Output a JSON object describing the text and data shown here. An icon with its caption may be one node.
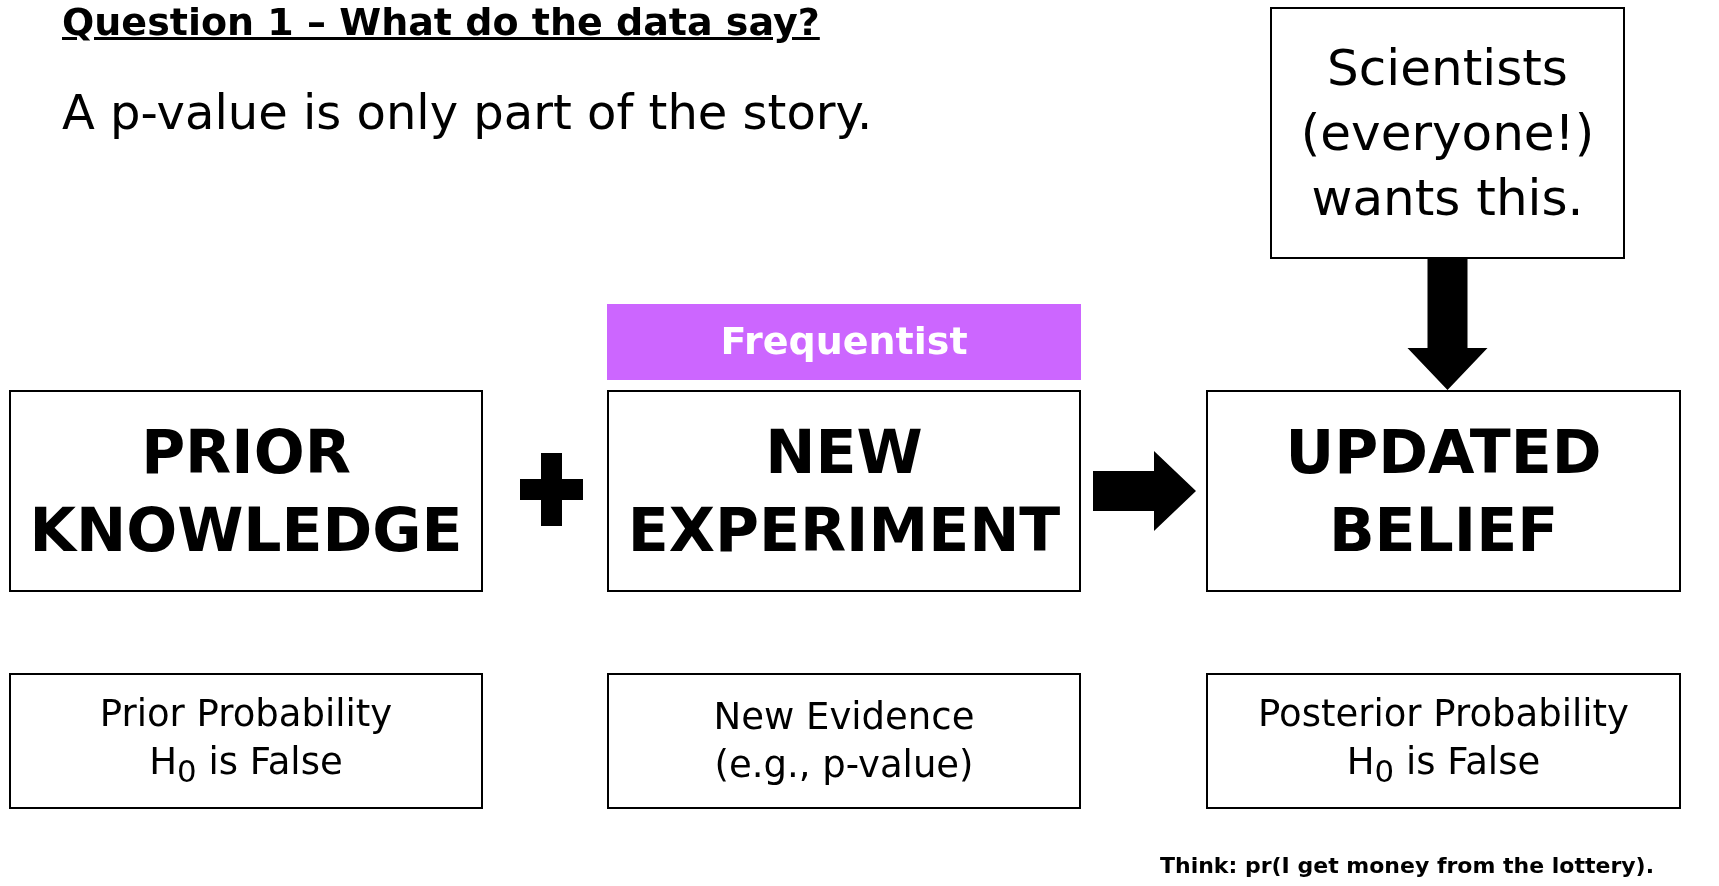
{
  "diagram": {
    "title": "Question 1 – What do the data say?",
    "nodes": [
      {
        "text": [
          "Scientists (everyone!) wants this."
        ]
      },
      {
        "text": [
          "Frequentist"
        ]
      },
      {
        "text": [
          "PRIOR KNOWLEDGE"
        ]
      },
      {
        "text": [
          "NEW EXPERIMENT"
        ]
      },
      {
        "text": [
          "UPDATED BELIEF"
        ]
      },
      {
        "text": [
          "Prior Probability H$_{0}$ is False"
        ]
      },
      {
        "text": [
          "New Evidence (e.g., p-value)"
        ]
      },
      {
        "text": [
          "Posterior Probability H$_{0}$ is False"
        ]
      }
    ],
    "edges": [
      {
        "from": 0,
        "to": 4,
        "arrow": "to"
      },
      {
        "from": 3,
        "to": 4,
        "arrow": "to"
      }
    ],
    "labels": [
      "A p-value is only part of the story.",
      "Think: pr(I get money from the lottery)."
    ]
  }
}
